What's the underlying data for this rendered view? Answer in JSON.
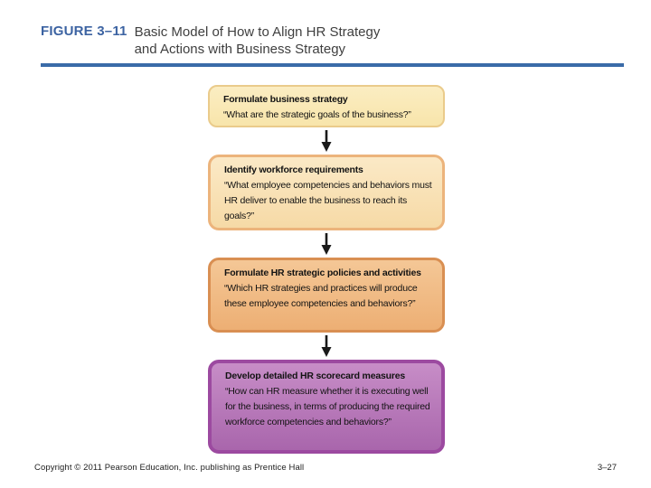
{
  "header": {
    "figure_label": "FIGURE 3–11",
    "title_line1": "Basic Model of How to Align HR Strategy",
    "title_line2": "and Actions with Business Strategy"
  },
  "flowchart": {
    "steps": [
      {
        "title": "Formulate business strategy",
        "question": "“What are the strategic goals of the business?”",
        "fill_top": "#FBEDC2",
        "fill_bottom": "#F8E5AB",
        "border": "#EACB8B"
      },
      {
        "title": "Identify workforce requirements",
        "question": "“What employee competencies and behaviors must HR deliver to enable the business to reach its goals?”",
        "fill_top": "#FBE9C6",
        "fill_bottom": "#F6DAA6",
        "border": "#ECB47C"
      },
      {
        "title": "Formulate HR strategic policies and activities",
        "question": "“Which HR strategies and practices will produce these employee competencies and behaviors?”",
        "fill_top": "#F4C796",
        "fill_bottom": "#EDAF74",
        "border": "#D98F52"
      },
      {
        "title": "Develop detailed HR scorecard measures",
        "question": "“How can HR measure whether it is executing well for the business, in terms of producing the required workforce competencies and behaviors?”",
        "fill_top": "#C78DC7",
        "fill_bottom": "#A966AC",
        "border": "#9C4AA0"
      }
    ]
  },
  "footer": {
    "copyright": "Copyright © 2011 Pearson Education, Inc. publishing as Prentice Hall",
    "page_number": "3–27"
  },
  "colors": {
    "figure_label": "#3C63A2",
    "title_text": "#3F3F3F",
    "divider": "#3A6BA8",
    "arrow": "#1A1A1A",
    "background": "#FFFFFF",
    "box_text": "#131313"
  }
}
